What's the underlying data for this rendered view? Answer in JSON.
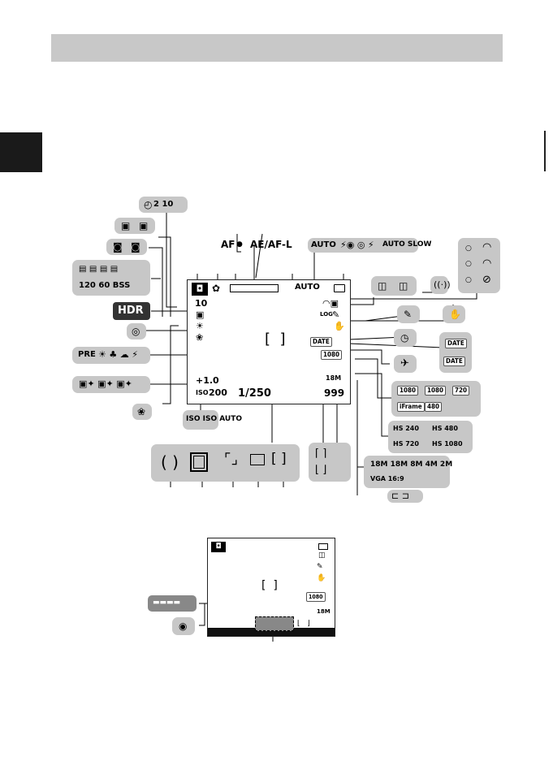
{
  "labels": {
    "af_indicator": "AF",
    "ae_af_lock": "AE/AF-L",
    "flash_auto": "AUTO",
    "flash_set": "AUTO SLOW",
    "hdr": "HDR",
    "self_timer": "10",
    "self_timer_options": "2 10",
    "continuous_options": "120 60 BSS",
    "white_balance": "PRE",
    "exposure_comp": "+1.0",
    "iso": "200",
    "iso_label": "ISO",
    "iso_options": "ISO ISO AUTO",
    "shutter_speed": "1/250",
    "exposures_remaining": "999",
    "image_size": "18M",
    "date_imprint": "DATE",
    "movie_1080": "1080",
    "movie_720": "720",
    "movie_480": "480",
    "movie_iframe": "iFrame",
    "hs_240": "HS 240",
    "hs_480": "HS 480",
    "hs_720": "HS 720",
    "hs_1080": "HS 1080",
    "size_options": "18M 18M 8M 4M 2M",
    "size_small": "VGA 16:9",
    "log": "LOG",
    "iso_auto": "AUTO"
  },
  "colors": {
    "gray_box": "#c8c8c8",
    "dark": "#1a1a1a",
    "display_bar": "#111111"
  },
  "icons": [
    "camera-icon",
    "self-timer-icon",
    "smile-timer-icon",
    "flash-icon",
    "battery-icon",
    "wifi-icon",
    "vr-icon",
    "motion-detection-icon",
    "gps-icon",
    "airplane-icon",
    "clock-icon",
    "compass-icon",
    "focus-area-icon",
    "macro-icon"
  ]
}
